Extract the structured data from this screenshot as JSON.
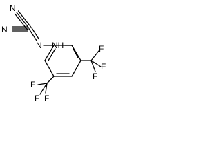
{
  "molecule": {
    "atoms": {
      "n_nitrile_1": "N",
      "n_nitrile_2": "N",
      "n_imine": "N",
      "nh": "NH",
      "f_a1": "F",
      "f_a2": "F",
      "f_a3": "F",
      "f_b1": "F",
      "f_b2": "F",
      "f_b3": "F"
    }
  }
}
